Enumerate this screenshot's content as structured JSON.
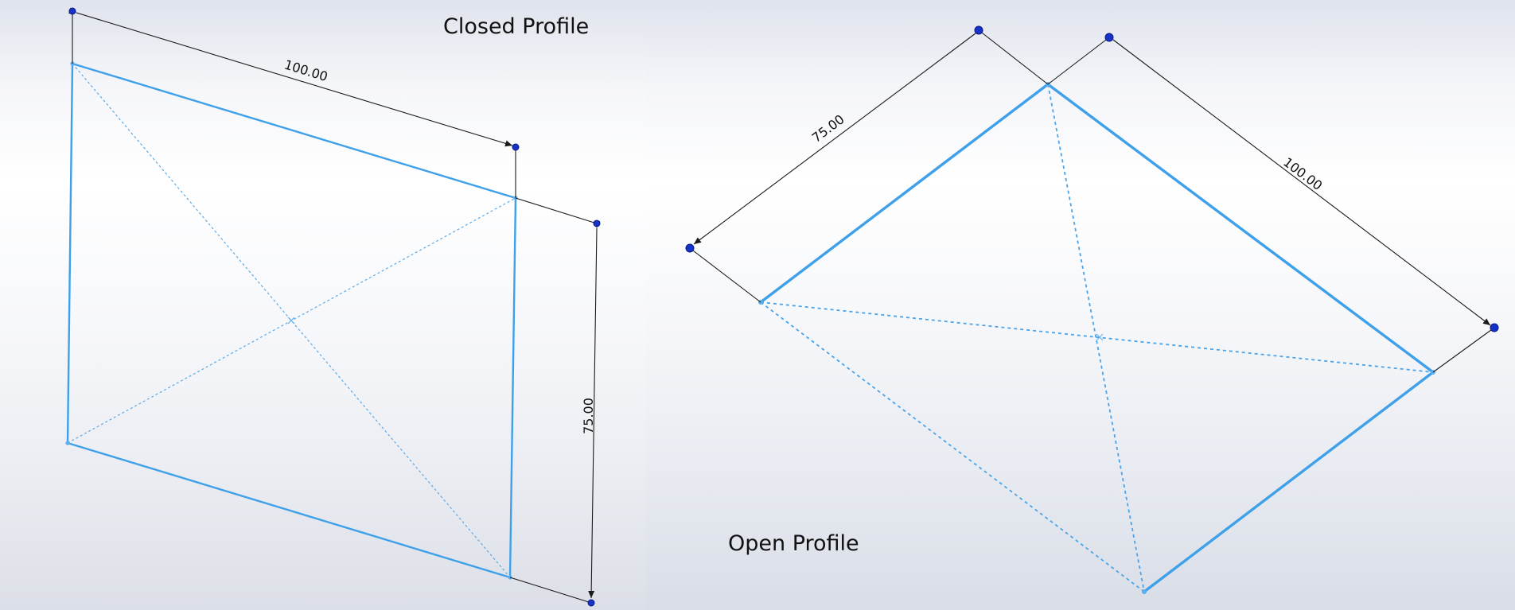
{
  "left_view": {
    "title": "Closed Profile",
    "width_dimension": "100.00",
    "height_dimension": "75.00"
  },
  "right_view": {
    "title": "Open Profile",
    "width_dimension": "75.00",
    "height_dimension": "100.00"
  },
  "colors": {
    "sketch_line": "#3fa0ea",
    "dimension_line": "#1a1a1a",
    "handle": "#1632c8"
  }
}
